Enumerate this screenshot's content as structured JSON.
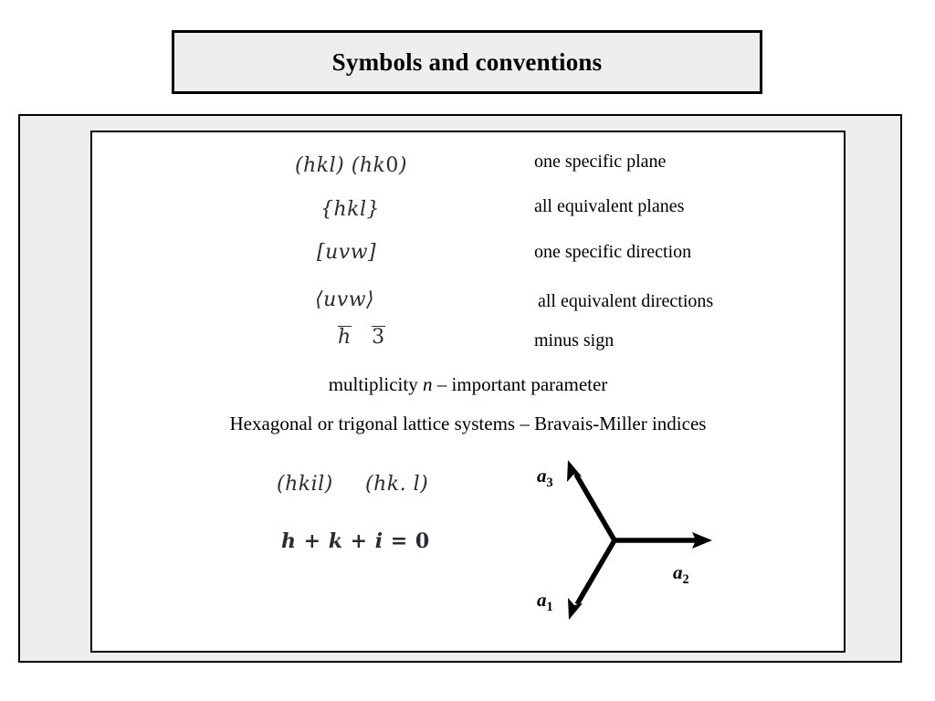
{
  "slide": {
    "title": "Symbols and conventions"
  },
  "notation_rows": [
    {
      "symbol_html": "(hkl) (hk0)",
      "description": "one specific plane"
    },
    {
      "symbol_html": "{hkl}",
      "description": "all equivalent planes"
    },
    {
      "symbol_html": "[uvw]",
      "description": "one specific direction"
    },
    {
      "symbol_html": "⟨uvw⟩",
      "description": "all equivalent directions"
    },
    {
      "symbol_html": "h̅   3̅",
      "description": "minus sign"
    }
  ],
  "notes": [
    "multiplicity n – important parameter",
    "Hexagonal or trigonal lattice systems – Bravais-Miller indices"
  ],
  "note_parts": {
    "multiplicity_prefix": "multiplicity ",
    "multiplicity_italic": "n",
    "multiplicity_suffix": " – important parameter",
    "hexagonal_line": "Hexagonal or trigonal lattice systems – Bravais-Miller indices"
  },
  "bravais_miller": {
    "index_four": "(hkil)",
    "index_dot": "(hk. l)",
    "relation": "h + k + i = 0"
  },
  "axes_diagram": {
    "labels": {
      "a1_base": "a",
      "a1_sub": "1",
      "a2_base": "a",
      "a2_sub": "2",
      "a3_base": "a",
      "a3_sub": "3"
    }
  },
  "colors": {
    "title_fill": "#eeeeee",
    "frame_fill": "#eeeeee",
    "panel_fill": "#ffffff",
    "border": "#000000",
    "math_text": "#2b2b33",
    "body_text": "#000000"
  }
}
